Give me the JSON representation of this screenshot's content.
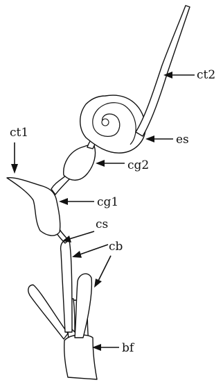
{
  "diagram": {
    "labels": {
      "ct1": "ct1",
      "ct2": "ct2",
      "es": "es",
      "cg1": "cg1",
      "cg2": "cg2",
      "cs": "cs",
      "cb": "cb",
      "bf": "bf"
    },
    "colors": {
      "ink": "#111111",
      "background": "#ffffff"
    }
  }
}
